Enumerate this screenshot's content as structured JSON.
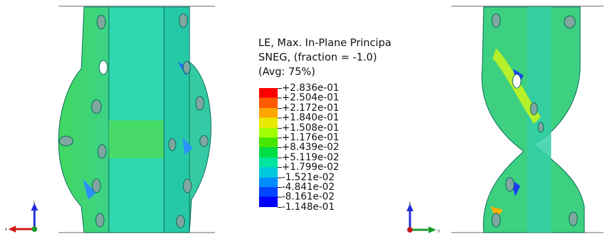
{
  "legend": {
    "title_lines": [
      "LE, Max. In-Plane Principa",
      "SNEG, (fraction = -1.0)",
      "(Avg: 75%)"
    ],
    "band_colors": [
      "#ff0000",
      "#ff5a00",
      "#ffa500",
      "#e8e800",
      "#a0ff00",
      "#46e600",
      "#00dc46",
      "#00e6a0",
      "#00c8dc",
      "#008cff",
      "#0046ff",
      "#0000ff"
    ],
    "values": [
      "+2.836e-01",
      "+2.504e-01",
      "+2.172e-01",
      "+1.840e-01",
      "+1.508e-01",
      "+1.176e-01",
      "+8.439e-02",
      "+5.119e-02",
      "+1.799e-02",
      "-1.521e-02",
      "-4.841e-02",
      "-8.161e-02",
      "-1.148e-01"
    ]
  },
  "axes_left": {
    "up_label": "z",
    "horizontal_label": "x"
  },
  "axes_right": {
    "up_label": "z",
    "horizontal_label": "y"
  },
  "colors": {
    "base_green": "#3ccf4e",
    "cyan": "#2ad8b8",
    "plate_edge": "#0a6a5a",
    "hole_fill": "#7fa7a0"
  }
}
